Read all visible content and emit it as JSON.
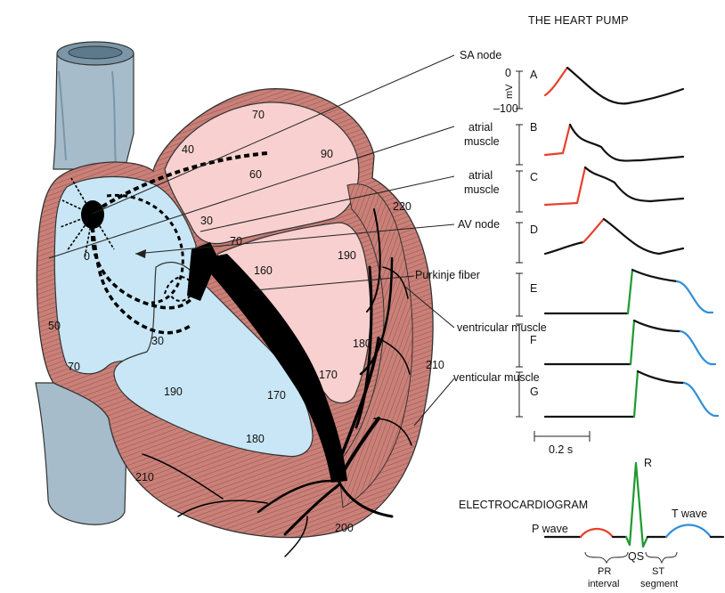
{
  "title": "THE HEART PUMP",
  "structure_labels": {
    "sa_node": "SA node",
    "atrial_muscle_1": [
      "atrial",
      "muscle"
    ],
    "atrial_muscle_2": [
      "atrial",
      "muscle"
    ],
    "av_node": "AV node",
    "purkinje_fiber": "Purkinje fiber",
    "ventricular_muscle": "ventricular muscle",
    "venticular_muscle": "venticular muscle"
  },
  "trace_letters": [
    "A",
    "B",
    "C",
    "D",
    "E",
    "F",
    "G"
  ],
  "axis": {
    "top": "0",
    "bottom": "–100",
    "unit": "mV"
  },
  "time_scale": "0.2 s",
  "activation_times": {
    "t70_top": "70",
    "t40": "40",
    "t60": "60",
    "t90": "90",
    "t220": "220",
    "t30_left": "30",
    "t70_mid": "70",
    "t190_right": "190",
    "t0": "0",
    "t160": "160",
    "t50": "50",
    "t30_bottom": "30",
    "t180_right": "180",
    "t210_right": "210",
    "t70_lower": "70",
    "t170_right": "170",
    "t190_lower": "190",
    "t170_lower": "170",
    "t180_bottom": "180",
    "t210_left": "210",
    "t200": "200"
  },
  "ecg": {
    "title": "ELECTROCARDIOGRAM",
    "p_wave": "P wave",
    "r": "R",
    "qs": "QS",
    "t_wave": "T wave",
    "pr": [
      "PR",
      "interval"
    ],
    "st": [
      "ST",
      "segment"
    ]
  },
  "colors": {
    "vein": "#a6bccb",
    "vein_dark": "#7b96a8",
    "atrium_left": "#c8e6f5",
    "atrium_right": "#f7d0cf",
    "myocardium": "#c98078",
    "myocardium_line": "#8b4b44",
    "depolarization": "#e8402a",
    "fast_upstroke": "#1d9a2f",
    "repolarization": "#2f8fd8"
  }
}
